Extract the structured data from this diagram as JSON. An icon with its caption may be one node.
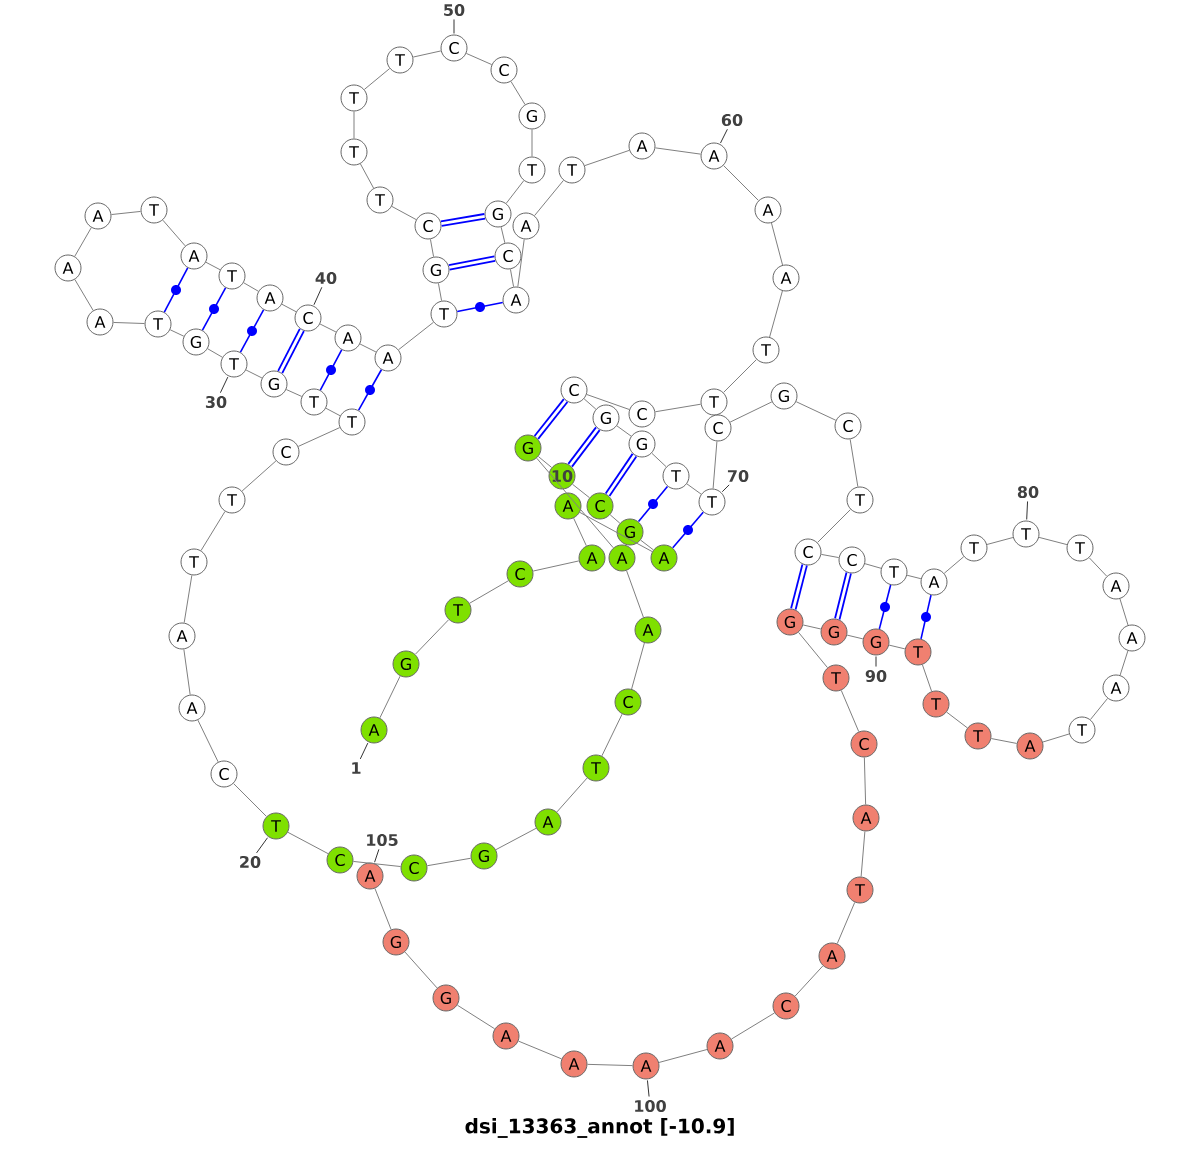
{
  "diagram": {
    "title": "dsi_13363_annot [-10.9]",
    "nodes": [
      {
        "text": [
          "A"
        ],
        "beside": [
          "1"
        ]
      },
      {
        "text": [
          "G"
        ]
      },
      {
        "text": [
          "T"
        ]
      },
      {
        "text": [
          "C"
        ]
      },
      {
        "text": [
          "A"
        ]
      },
      {
        "text": [
          "A"
        ]
      },
      {
        "text": [
          "A"
        ]
      },
      {
        "text": [
          "G"
        ]
      },
      {
        "text": [
          "C"
        ]
      },
      {
        "text": [
          "10"
        ]
      },
      {
        "text": [
          "G"
        ]
      },
      {
        "text": [
          "A"
        ]
      },
      {
        "text": [
          "A"
        ]
      },
      {
        "text": [
          "C"
        ]
      },
      {
        "text": [
          "T"
        ]
      },
      {
        "text": [
          "A"
        ]
      },
      {
        "text": [
          "G"
        ]
      },
      {
        "text": [
          "C"
        ]
      },
      {
        "text": [
          "C"
        ]
      },
      {
        "text": [
          "T"
        ],
        "beside": [
          "20"
        ]
      },
      {
        "text": [
          "C"
        ]
      },
      {
        "text": [
          "A"
        ]
      },
      {
        "text": [
          "A"
        ]
      },
      {
        "text": [
          "T"
        ]
      },
      {
        "text": [
          "T"
        ]
      },
      {
        "text": [
          "C"
        ]
      },
      {
        "text": [
          "T"
        ]
      },
      {
        "text": [
          "T"
        ]
      },
      {
        "text": [
          "G"
        ]
      },
      {
        "text": [
          "T"
        ],
        "beside": [
          "30"
        ]
      },
      {
        "text": [
          "G"
        ]
      },
      {
        "text": [
          "T"
        ]
      },
      {
        "text": [
          "A"
        ]
      },
      {
        "text": [
          "A"
        ]
      },
      {
        "text": [
          "A"
        ]
      },
      {
        "text": [
          "T"
        ]
      },
      {
        "text": [
          "A"
        ]
      },
      {
        "text": [
          "T"
        ]
      },
      {
        "text": [
          "A"
        ]
      },
      {
        "text": [
          "C"
        ],
        "beside": [
          "40"
        ]
      },
      {
        "text": [
          "A"
        ]
      },
      {
        "text": [
          "A"
        ]
      },
      {
        "text": [
          "T"
        ]
      },
      {
        "text": [
          "G"
        ]
      },
      {
        "text": [
          "C"
        ]
      },
      {
        "text": [
          "T"
        ]
      },
      {
        "text": [
          "T"
        ]
      },
      {
        "text": [
          "T"
        ]
      },
      {
        "text": [
          "T"
        ]
      },
      {
        "text": [
          "C"
        ],
        "beside": [
          "50"
        ]
      },
      {
        "text": [
          "C"
        ]
      },
      {
        "text": [
          "G"
        ]
      },
      {
        "text": [
          "T"
        ]
      },
      {
        "text": [
          "G"
        ]
      },
      {
        "text": [
          "C"
        ]
      },
      {
        "text": [
          "A"
        ]
      },
      {
        "text": [
          "A"
        ]
      },
      {
        "text": [
          "T"
        ]
      },
      {
        "text": [
          "A"
        ]
      },
      {
        "text": [
          "A"
        ],
        "beside": [
          "60"
        ]
      },
      {
        "text": [
          "A"
        ]
      },
      {
        "text": [
          "A"
        ]
      },
      {
        "text": [
          "T"
        ]
      },
      {
        "text": [
          "T"
        ]
      },
      {
        "text": [
          "C"
        ]
      },
      {
        "text": [
          "C"
        ]
      },
      {
        "text": [
          "G"
        ]
      },
      {
        "text": [
          "G"
        ]
      },
      {
        "text": [
          "T"
        ]
      },
      {
        "text": [
          "T"
        ],
        "beside": [
          "70"
        ]
      },
      {
        "text": [
          "C"
        ]
      },
      {
        "text": [
          "G"
        ]
      },
      {
        "text": [
          "C"
        ]
      },
      {
        "text": [
          "T"
        ]
      },
      {
        "text": [
          "C"
        ]
      },
      {
        "text": [
          "C"
        ]
      },
      {
        "text": [
          "T"
        ]
      },
      {
        "text": [
          "A"
        ]
      },
      {
        "text": [
          "T"
        ]
      },
      {
        "text": [
          "T"
        ],
        "beside": [
          "80"
        ]
      },
      {
        "text": [
          "T"
        ]
      },
      {
        "text": [
          "A"
        ]
      },
      {
        "text": [
          "A"
        ]
      },
      {
        "text": [
          "A"
        ]
      },
      {
        "text": [
          "T"
        ]
      },
      {
        "text": [
          "A"
        ]
      },
      {
        "text": [
          "T"
        ]
      },
      {
        "text": [
          "T"
        ]
      },
      {
        "text": [
          "T"
        ]
      },
      {
        "text": [
          "G"
        ],
        "beside": [
          "90"
        ]
      },
      {
        "text": [
          "G"
        ]
      },
      {
        "text": [
          "G"
        ]
      },
      {
        "text": [
          "T"
        ]
      },
      {
        "text": [
          "C"
        ]
      },
      {
        "text": [
          "A"
        ]
      },
      {
        "text": [
          "T"
        ]
      },
      {
        "text": [
          "A"
        ]
      },
      {
        "text": [
          "C"
        ]
      },
      {
        "text": [
          "A"
        ]
      },
      {
        "text": [
          "A"
        ],
        "beside": [
          "100"
        ]
      },
      {
        "text": [
          "A"
        ]
      },
      {
        "text": [
          "A"
        ]
      },
      {
        "text": [
          "G"
        ]
      },
      {
        "text": [
          "G"
        ]
      },
      {
        "text": [
          "A"
        ],
        "beside": [
          "105"
        ]
      }
    ],
    "edges": [
      {
        "from": 36,
        "to": 31,
        "arrow": "none",
        "color": "#0000ff"
      },
      {
        "from": 37,
        "to": 30,
        "arrow": "none",
        "color": "#0000ff"
      },
      {
        "from": 38,
        "to": 29,
        "arrow": "none",
        "color": "#0000ff"
      },
      {
        "from": 39,
        "to": 28,
        "arrow": "none",
        "color": "#0000ff",
        "style": "thick"
      },
      {
        "from": 40,
        "to": 27,
        "arrow": "none",
        "color": "#0000ff"
      },
      {
        "from": 41,
        "to": 26,
        "arrow": "none",
        "color": "#0000ff"
      },
      {
        "from": 44,
        "to": 53,
        "arrow": "none",
        "color": "#0000ff",
        "style": "thick"
      },
      {
        "from": 43,
        "to": 54,
        "arrow": "none",
        "color": "#0000ff",
        "style": "thick"
      },
      {
        "from": 42,
        "to": 55,
        "arrow": "none",
        "color": "#0000ff"
      },
      {
        "from": 10,
        "to": 65,
        "arrow": "none",
        "color": "#0000ff",
        "style": "thick"
      },
      {
        "from": 9,
        "to": 66,
        "arrow": "none",
        "color": "#0000ff",
        "style": "thick"
      },
      {
        "from": 8,
        "to": 67,
        "arrow": "none",
        "color": "#0000ff",
        "style": "thick"
      },
      {
        "from": 7,
        "to": 68,
        "arrow": "none",
        "color": "#0000ff"
      },
      {
        "from": 6,
        "to": 69,
        "arrow": "none",
        "color": "#0000ff"
      },
      {
        "from": 74,
        "to": 91,
        "arrow": "none",
        "color": "#0000ff",
        "style": "thick"
      },
      {
        "from": 75,
        "to": 90,
        "arrow": "none",
        "color": "#0000ff",
        "style": "thick"
      },
      {
        "from": 76,
        "to": 89,
        "arrow": "none",
        "color": "#0000ff"
      },
      {
        "from": 77,
        "to": 88,
        "arrow": "none",
        "color": "#0000ff"
      },
      {
        "from": 0,
        "to": 1,
        "arrow": "none"
      },
      {
        "from": 1,
        "to": 2,
        "arrow": "none"
      },
      {
        "from": 2,
        "to": 3,
        "arrow": "none"
      },
      {
        "from": 3,
        "to": 4,
        "arrow": "none"
      },
      {
        "from": 4,
        "to": 5,
        "arrow": "none"
      },
      {
        "from": 5,
        "to": 6,
        "arrow": "none"
      },
      {
        "from": 6,
        "to": 7,
        "arrow": "none"
      },
      {
        "from": 7,
        "to": 8,
        "arrow": "none"
      },
      {
        "from": 8,
        "to": 9,
        "arrow": "none"
      },
      {
        "from": 9,
        "to": 10,
        "arrow": "none"
      },
      {
        "from": 10,
        "to": 11,
        "arrow": "none"
      },
      {
        "from": 11,
        "to": 12,
        "arrow": "none"
      },
      {
        "from": 12,
        "to": 13,
        "arrow": "none"
      },
      {
        "from": 13,
        "to": 14,
        "arrow": "none"
      },
      {
        "from": 14,
        "to": 15,
        "arrow": "none"
      },
      {
        "from": 15,
        "to": 16,
        "arrow": "none"
      },
      {
        "from": 16,
        "to": 17,
        "arrow": "none"
      },
      {
        "from": 17,
        "to": 18,
        "arrow": "none"
      },
      {
        "from": 18,
        "to": 19,
        "arrow": "none"
      },
      {
        "from": 19,
        "to": 20,
        "arrow": "none"
      },
      {
        "from": 20,
        "to": 21,
        "arrow": "none"
      },
      {
        "from": 21,
        "to": 22,
        "arrow": "none"
      },
      {
        "from": 22,
        "to": 23,
        "arrow": "none"
      },
      {
        "from": 23,
        "to": 24,
        "arrow": "none"
      },
      {
        "from": 24,
        "to": 25,
        "arrow": "none"
      },
      {
        "from": 25,
        "to": 26,
        "arrow": "none"
      },
      {
        "from": 26,
        "to": 27,
        "arrow": "none"
      },
      {
        "from": 27,
        "to": 28,
        "arrow": "none"
      },
      {
        "from": 28,
        "to": 29,
        "arrow": "none"
      },
      {
        "from": 29,
        "to": 30,
        "arrow": "none"
      },
      {
        "from": 30,
        "to": 31,
        "arrow": "none"
      },
      {
        "from": 31,
        "to": 32,
        "arrow": "none"
      },
      {
        "from": 32,
        "to": 33,
        "arrow": "none"
      },
      {
        "from": 33,
        "to": 34,
        "arrow": "none"
      },
      {
        "from": 34,
        "to": 35,
        "arrow": "none"
      },
      {
        "from": 35,
        "to": 36,
        "arrow": "none"
      },
      {
        "from": 36,
        "to": 37,
        "arrow": "none"
      },
      {
        "from": 37,
        "to": 38,
        "arrow": "none"
      },
      {
        "from": 38,
        "to": 39,
        "arrow": "none"
      },
      {
        "from": 39,
        "to": 40,
        "arrow": "none"
      },
      {
        "from": 40,
        "to": 41,
        "arrow": "none"
      },
      {
        "from": 41,
        "to": 42,
        "arrow": "none"
      },
      {
        "from": 42,
        "to": 43,
        "arrow": "none"
      },
      {
        "from": 43,
        "to": 44,
        "arrow": "none"
      },
      {
        "from": 44,
        "to": 45,
        "arrow": "none"
      },
      {
        "from": 45,
        "to": 46,
        "arrow": "none"
      },
      {
        "from": 46,
        "to": 47,
        "arrow": "none"
      },
      {
        "from": 47,
        "to": 48,
        "arrow": "none"
      },
      {
        "from": 48,
        "to": 49,
        "arrow": "none"
      },
      {
        "from": 49,
        "to": 50,
        "arrow": "none"
      },
      {
        "from": 50,
        "to": 51,
        "arrow": "none"
      },
      {
        "from": 51,
        "to": 52,
        "arrow": "none"
      },
      {
        "from": 52,
        "to": 53,
        "arrow": "none"
      },
      {
        "from": 53,
        "to": 54,
        "arrow": "none"
      },
      {
        "from": 54,
        "to": 55,
        "arrow": "none"
      },
      {
        "from": 55,
        "to": 56,
        "arrow": "none"
      },
      {
        "from": 56,
        "to": 57,
        "arrow": "none"
      },
      {
        "from": 57,
        "to": 58,
        "arrow": "none"
      },
      {
        "from": 58,
        "to": 59,
        "arrow": "none"
      },
      {
        "from": 59,
        "to": 60,
        "arrow": "none"
      },
      {
        "from": 60,
        "to": 61,
        "arrow": "none"
      },
      {
        "from": 61,
        "to": 62,
        "arrow": "none"
      },
      {
        "from": 62,
        "to": 63,
        "arrow": "none"
      },
      {
        "from": 63,
        "to": 64,
        "arrow": "none"
      },
      {
        "from": 64,
        "to": 65,
        "arrow": "none"
      },
      {
        "from": 65,
        "to": 66,
        "arrow": "none"
      },
      {
        "from": 66,
        "to": 67,
        "arrow": "none"
      },
      {
        "from": 67,
        "to": 68,
        "arrow": "none"
      },
      {
        "from": 68,
        "to": 69,
        "arrow": "none"
      },
      {
        "from": 69,
        "to": 70,
        "arrow": "none"
      },
      {
        "from": 70,
        "to": 71,
        "arrow": "none"
      },
      {
        "from": 71,
        "to": 72,
        "arrow": "none"
      },
      {
        "from": 72,
        "to": 73,
        "arrow": "none"
      },
      {
        "from": 73,
        "to": 74,
        "arrow": "none"
      },
      {
        "from": 74,
        "to": 75,
        "arrow": "none"
      },
      {
        "from": 75,
        "to": 76,
        "arrow": "none"
      },
      {
        "from": 76,
        "to": 77,
        "arrow": "none"
      },
      {
        "from": 77,
        "to": 78,
        "arrow": "none"
      },
      {
        "from": 78,
        "to": 79,
        "arrow": "none"
      },
      {
        "from": 79,
        "to": 80,
        "arrow": "none"
      },
      {
        "from": 80,
        "to": 81,
        "arrow": "none"
      },
      {
        "from": 81,
        "to": 82,
        "arrow": "none"
      },
      {
        "from": 82,
        "to": 83,
        "arrow": "none"
      },
      {
        "from": 83,
        "to": 84,
        "arrow": "none"
      },
      {
        "from": 84,
        "to": 85,
        "arrow": "none"
      },
      {
        "from": 85,
        "to": 86,
        "arrow": "none"
      },
      {
        "from": 86,
        "to": 87,
        "arrow": "none"
      },
      {
        "from": 87,
        "to": 88,
        "arrow": "none"
      },
      {
        "from": 88,
        "to": 89,
        "arrow": "none"
      },
      {
        "from": 89,
        "to": 90,
        "arrow": "none"
      },
      {
        "from": 90,
        "to": 91,
        "arrow": "none"
      },
      {
        "from": 91,
        "to": 92,
        "arrow": "none"
      },
      {
        "from": 92,
        "to": 93,
        "arrow": "none"
      },
      {
        "from": 93,
        "to": 94,
        "arrow": "none"
      },
      {
        "from": 94,
        "to": 95,
        "arrow": "none"
      },
      {
        "from": 95,
        "to": 96,
        "arrow": "none"
      },
      {
        "from": 96,
        "to": 97,
        "arrow": "none"
      },
      {
        "from": 97,
        "to": 98,
        "arrow": "none"
      },
      {
        "from": 98,
        "to": 99,
        "arrow": "none"
      },
      {
        "from": 99,
        "to": 100,
        "arrow": "none"
      },
      {
        "from": 100,
        "to": 101,
        "arrow": "none"
      },
      {
        "from": 101,
        "to": 102,
        "arrow": "none"
      },
      {
        "from": 102,
        "to": 103,
        "arrow": "none"
      },
      {
        "from": 103,
        "to": 104,
        "arrow": "none"
      }
    ]
  }
}
